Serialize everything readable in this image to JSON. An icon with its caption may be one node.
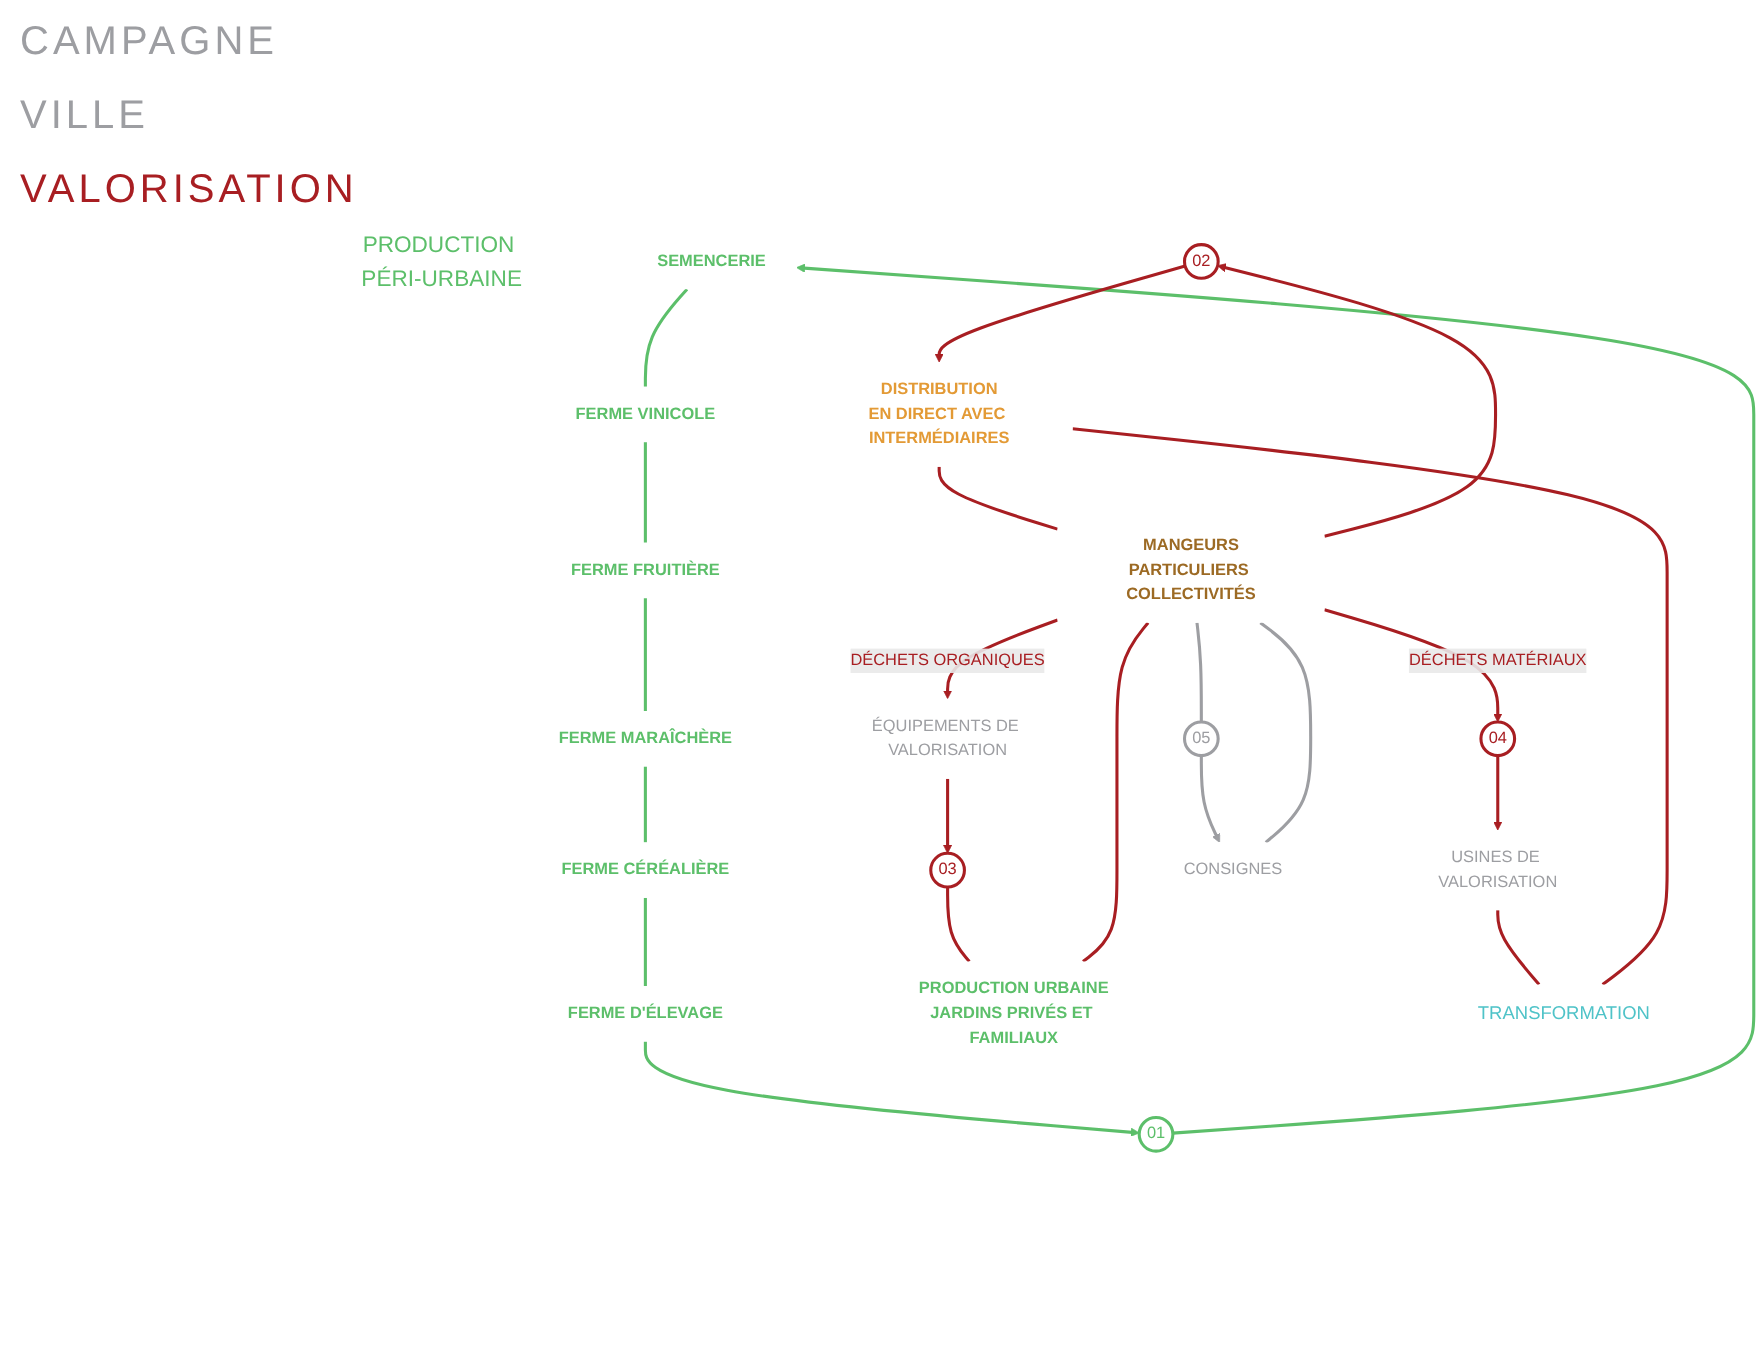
{
  "diagram": {
    "nodes": [
      {
        "text": [
          "PRODUCTION PÉRI-URBAINE"
        ]
      },
      {
        "text": [
          "SEMENCERIE"
        ]
      },
      {
        "text": [
          "FERME VINICOLE"
        ]
      },
      {
        "text": [
          "FERME FRUITIÈRE"
        ]
      },
      {
        "text": [
          "FERME MARAÎCHÈRE"
        ]
      },
      {
        "text": [
          "FERME CÉRÉALIÈRE"
        ]
      },
      {
        "text": [
          "FERME D'ÉLEVAGE"
        ]
      },
      {
        "text": [
          "01"
        ]
      },
      {
        "text": [
          "02"
        ]
      },
      {
        "text": [
          "DISTRIBUTION",
          "EN DIRECT AVEC INTERMÉDIAIRES"
        ]
      },
      {
        "text": [
          "MANGEURS",
          "PARTICULIERS COLLECTIVITÉS"
        ]
      },
      {
        "text": [
          "03"
        ]
      },
      {
        "text": [
          "PRODUCTION URBAINE",
          "JARDINS PRIVÉS ET FAMILIAUX"
        ]
      },
      {
        "text": [
          "ÉQUIPEMENTS DE VALORISATION"
        ]
      },
      {
        "text": [
          "04"
        ]
      },
      {
        "text": [
          "USINES DE VALORISATION"
        ]
      },
      {
        "text": [
          "TRANSFORMATION"
        ]
      },
      {
        "text": [
          "CONSIGNES"
        ]
      },
      {
        "text": [
          "05"
        ]
      }
    ],
    "edges": [
      {
        "from": 1,
        "to": 2,
        "arrow": "none",
        "color": "#5cbf6a"
      },
      {
        "from": 2,
        "to": 3,
        "arrow": "none",
        "color": "#5cbf6a"
      },
      {
        "from": 3,
        "to": 4,
        "arrow": "none",
        "color": "#5cbf6a"
      },
      {
        "from": 4,
        "to": 5,
        "arrow": "none",
        "color": "#5cbf6a"
      },
      {
        "from": 5,
        "to": 6,
        "arrow": "none",
        "color": "#5cbf6a"
      },
      {
        "from": 6,
        "to": 7,
        "arrow": "to",
        "color": "#5cbf6a"
      },
      {
        "from": 7,
        "to": 1,
        "arrow": "to",
        "color": "#5cbf6a"
      },
      {
        "from": 8,
        "to": 9,
        "arrow": "to"
      },
      {
        "from": 9,
        "to": 10,
        "arrow": "none"
      },
      {
        "from": 10,
        "to": 13,
        "label": "DÉCHETS ORGANIQUES",
        "arrow": "to"
      },
      {
        "from": 10,
        "to": 8,
        "arrow": "to"
      },
      {
        "from": 13,
        "to": 11,
        "arrow": "to"
      },
      {
        "from": 11,
        "to": 12,
        "arrow": "none"
      },
      {
        "from": 12,
        "to": 10,
        "arrow": "none"
      },
      {
        "from": 10,
        "to": 14,
        "label": "DÉCHETS MATÉRIAUX",
        "arrow": "to"
      },
      {
        "from": 14,
        "to": 15,
        "arrow": "to"
      },
      {
        "from": 15,
        "to": 16,
        "arrow": "none"
      },
      {
        "from": 16,
        "to": 9,
        "arrow": "none"
      },
      {
        "from": 10,
        "to": 18,
        "arrow": "none",
        "color": "#9d9ea2"
      },
      {
        "from": 18,
        "to": 17,
        "arrow": "to",
        "color": "#9d9ea2"
      },
      {
        "from": 17,
        "to": 10,
        "arrow": "none",
        "color": "#9d9ea2"
      }
    ],
    "labels": [
      "CAMPAGNE",
      "VILLE",
      "VALORISATION"
    ]
  }
}
